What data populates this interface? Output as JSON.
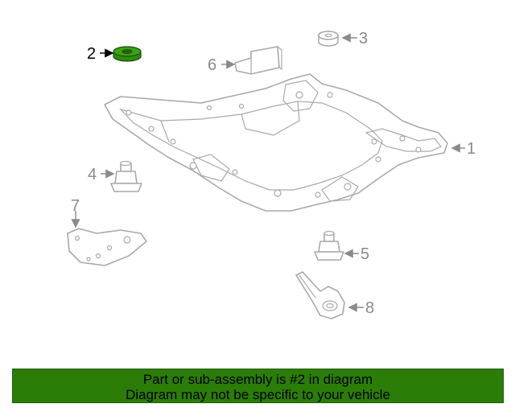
{
  "diagram": {
    "callouts": [
      {
        "label": "1"
      },
      {
        "label": "2"
      },
      {
        "label": "3"
      },
      {
        "label": "4"
      },
      {
        "label": "5"
      },
      {
        "label": "6"
      },
      {
        "label": "7"
      },
      {
        "label": "8"
      }
    ],
    "highlighted_part": "2",
    "highlight_color": "#2e8b0f"
  },
  "banner": {
    "line1": "Part or sub-assembly is #2 in diagram",
    "line2": "Diagram may not be specific to your vehicle",
    "background": "#2b7d07"
  }
}
